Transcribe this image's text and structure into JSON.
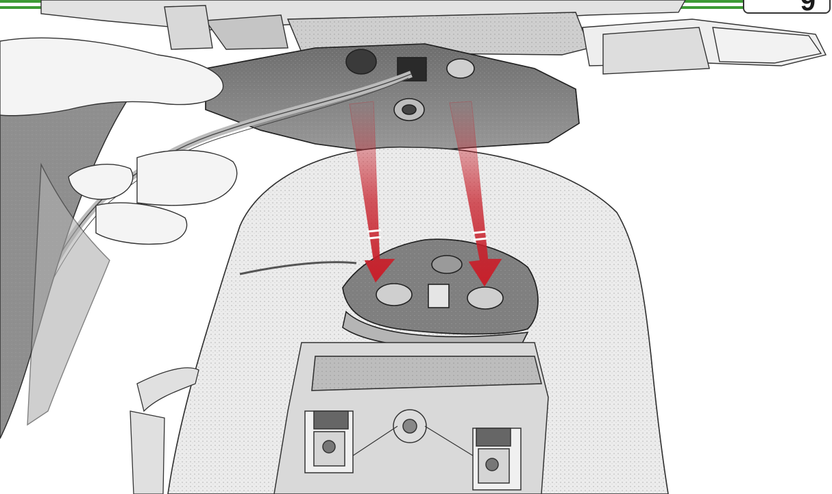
{
  "header": {
    "step_number": "9",
    "accent_color": "#3d9b35"
  },
  "illustration": {
    "style": "pencil-sketch",
    "arrow_color": "#c8202b",
    "arrow_count": 2
  }
}
